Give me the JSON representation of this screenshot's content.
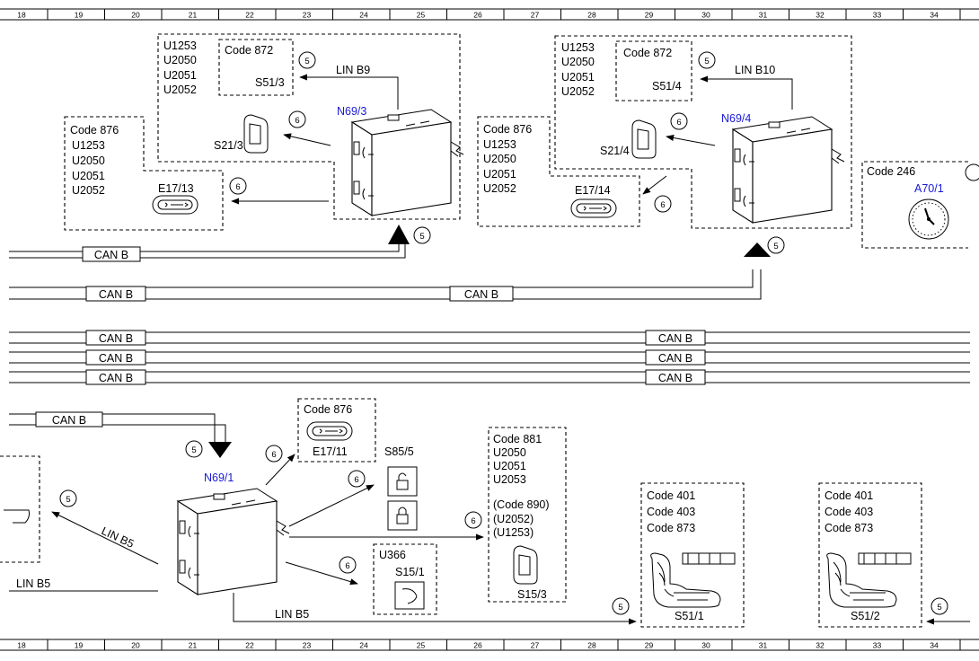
{
  "ruler": [
    "18",
    "19",
    "20",
    "21",
    "22",
    "23",
    "24",
    "25",
    "26",
    "27",
    "28",
    "29",
    "30",
    "31",
    "32",
    "33",
    "34"
  ],
  "bus_label": "CAN B",
  "step_numbers": {
    "five": "5",
    "six": "6"
  },
  "links": {
    "lin_b9": "LIN B9",
    "lin_b10": "LIN B10",
    "lin_b5": "LIN B5"
  },
  "modules": {
    "n69_3": "N69/3",
    "n69_4": "N69/4",
    "n69_1": "N69/1",
    "a70_1": "A70/1"
  },
  "components": {
    "s51_3": "S51/3",
    "s51_4": "S51/4",
    "s21_3": "S21/3",
    "s21_4": "S21/4",
    "e17_13": "E17/13",
    "e17_14": "E17/14",
    "e17_11": "E17/11",
    "s85_5": "S85/5",
    "s15_1": "S15/1",
    "s15_3": "S15/3",
    "s51_1": "S51/1",
    "s51_2": "S51/2"
  },
  "codes": {
    "code_872": "Code 872",
    "code_876": "Code 876",
    "code_246": "Code 246",
    "code_881": "Code 881",
    "code_890": "(Code 890)",
    "code_401": "Code 401",
    "code_403": "Code 403",
    "code_873": "Code 873",
    "u1253": "U1253",
    "u2050": "U2050",
    "u2051": "U2051",
    "u2052": "U2052",
    "u2053": "U2053",
    "u2052_p": "(U2052)",
    "u1253_p": "(U1253)",
    "u366": "U366"
  }
}
